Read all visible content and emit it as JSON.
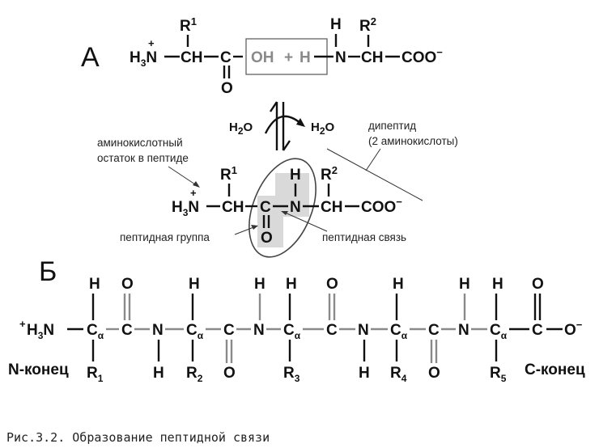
{
  "section_a": "А",
  "section_b": "Б",
  "reaction": {
    "amine_h3": "H",
    "amine_n": "N",
    "amine_plus": "+",
    "ch_left": "CH",
    "c_carbonyl": "C",
    "o_carbonyl": "O",
    "oh": "OH",
    "plus_sign": "+",
    "h_leaving": "H",
    "n_right": "N",
    "h_on_n": "H",
    "ch_right": "CH",
    "coo": "COO",
    "coo_minus": "−",
    "r1": "R",
    "r1_sup": "1",
    "r2": "R",
    "r2_sup": "2"
  },
  "equilibrium": {
    "water_in": "H",
    "water_in_o": "O",
    "water_out": "H",
    "water_out_o": "O",
    "sub2": "2"
  },
  "labels": {
    "residue_line1": "аминокислотный",
    "residue_line2": "остаток в пептиде",
    "dipeptide_line1": "дипептид",
    "dipeptide_line2": "(2 аминокислоты)",
    "peptide_group": "пептидная группа",
    "peptide_bond": "пептидная связь"
  },
  "chain": {
    "n_terminus": "N-конец",
    "c_terminus": "С-конец",
    "h3n_plus": "+",
    "h3n_h": "H",
    "h3n_n": "N",
    "h3n_sub": "3",
    "carbon": "C",
    "alpha": "α",
    "nitrogen": "N",
    "oxygen": "O",
    "hydrogen": "H",
    "o_minus": "O",
    "minus": "−",
    "side_chains": [
      "R1",
      "R2",
      "R3",
      "R4",
      "R5"
    ],
    "side_labels": [
      {
        "r": "R",
        "n": "1"
      },
      {
        "r": "R",
        "n": "2"
      },
      {
        "r": "R",
        "n": "3"
      },
      {
        "r": "R",
        "n": "4"
      },
      {
        "r": "R",
        "n": "5"
      }
    ]
  },
  "caption": "Рис.3.2.  Образование пептидной связи",
  "colors": {
    "ink": "#111111",
    "gray_peptide": "#8a8a8a",
    "highlight": "#d9d9d9"
  }
}
